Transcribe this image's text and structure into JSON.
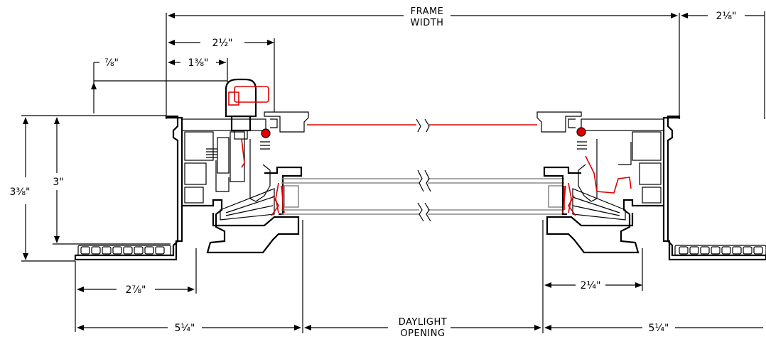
{
  "labels": {
    "frame_width": [
      "FRAME",
      "WIDTH"
    ],
    "daylight_opening": [
      "DAYLIGHT",
      "OPENING"
    ]
  },
  "dimensions": {
    "top_right": "2⅛\"",
    "upper_2_1_2": "2½\"",
    "upper_7_8": "⅞\"",
    "upper_1_3_8": "1⅜\"",
    "left_3_3_8": "3⅜\"",
    "left_3": "3\"",
    "bottom_2_7_8": "2⅞\"",
    "bottom_right_2_1_4": "2¼\"",
    "bottom_left_5_1_4": "5¼\"",
    "bottom_right_5_1_4": "5¼\""
  },
  "colors": {
    "line": "#000000",
    "glass": "#8a8a8a",
    "seal": "#e00000"
  }
}
